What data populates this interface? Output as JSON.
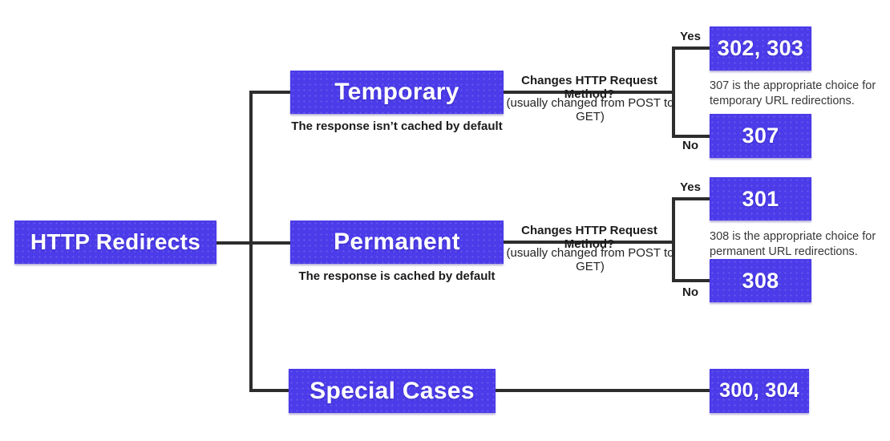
{
  "diagram": {
    "root": {
      "label": "HTTP Redirects"
    },
    "temporary": {
      "label": "Temporary",
      "caption": "The response isn’t cached by default",
      "question": "Changes HTTP Request Method?",
      "question_detail": "(usually changed from POST to GET)",
      "yes_label": "Yes",
      "no_label": "No",
      "yes_codes": "302, 303",
      "no_codes": "307",
      "note": "307 is the appropriate choice for\ntemporary URL redirections."
    },
    "permanent": {
      "label": "Permanent",
      "caption": "The response is cached by default",
      "question": "Changes HTTP Request Method?",
      "question_detail": "(usually changed from POST to GET)",
      "yes_label": "Yes",
      "no_label": "No",
      "yes_codes": "301",
      "no_codes": "308",
      "note": "308 is the appropriate choice for\npermanent URL redirections."
    },
    "special": {
      "label": "Special Cases",
      "codes": "300, 304"
    }
  },
  "colors": {
    "node_fill": "#4B3BE9",
    "node_text": "#FFFFFF",
    "connector": "#2D2D2D",
    "caption_text": "#1B1B1B",
    "note_text": "#383838",
    "background": "#FFFFFF"
  }
}
